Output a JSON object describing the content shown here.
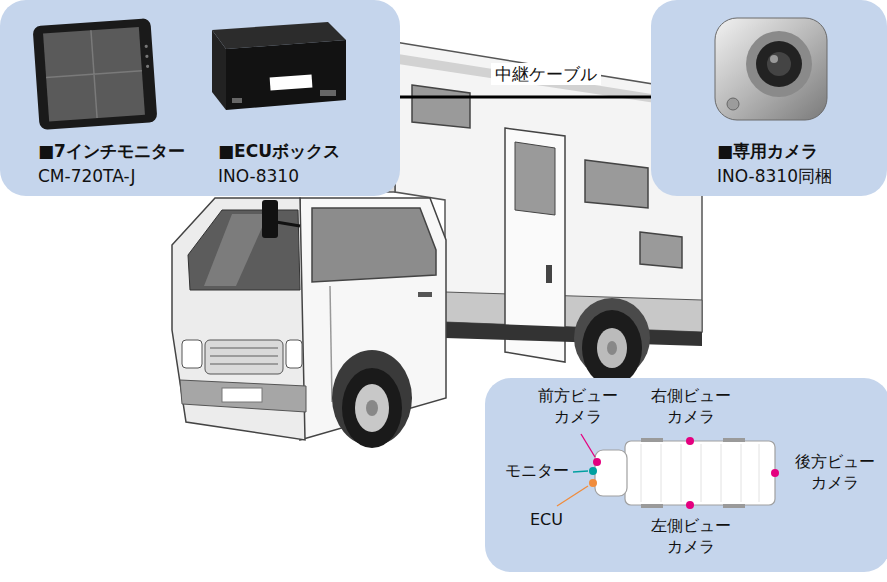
{
  "diagram": {
    "nodes": [
      {
        "text": [
          "■7インチモニター",
          "CM-720TA-J",
          "■ECUボックス",
          "INO-8310"
        ]
      },
      {
        "text": [
          "■専用カメラ",
          "INO-8310同梱"
        ]
      },
      {
        "text": [
          "前方ビュー カメラ",
          "右側ビュー カメラ",
          "モニター",
          "ECU",
          "後方ビュー カメラ",
          "左側ビュー カメラ"
        ]
      }
    ],
    "edges": [
      {
        "from": 0,
        "to": 1,
        "arrow": "none",
        "label": "中継ケーブル"
      }
    ]
  }
}
